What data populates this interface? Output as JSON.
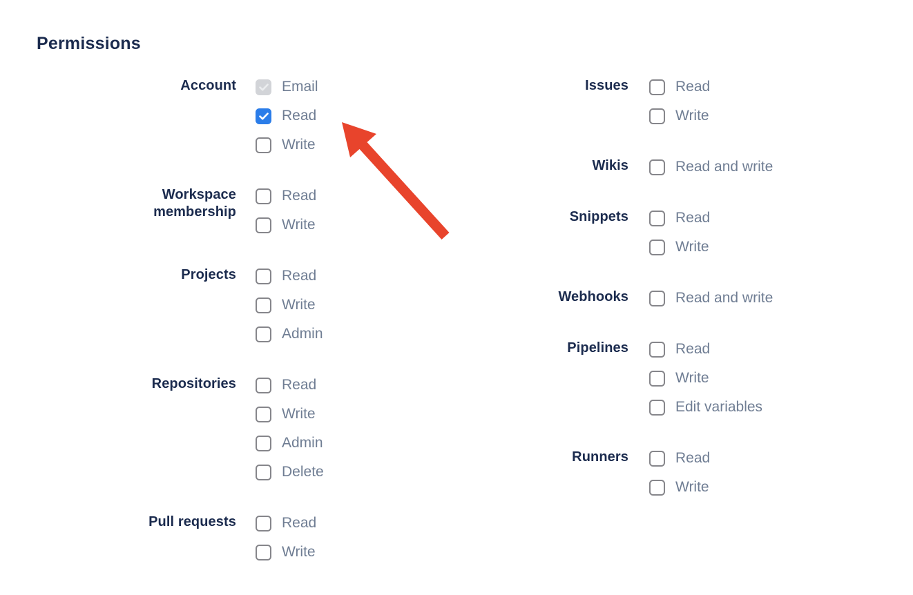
{
  "heading": "Permissions",
  "colors": {
    "heading_text": "#1b2b4e",
    "group_label_text": "#1b2b4e",
    "option_label_text": "#6f7d93",
    "checkbox_border": "#86868b",
    "checkbox_checked_bg": "#2b7de9",
    "checkbox_disabled_bg": "#d2d4d8",
    "arrow": "#e8442c"
  },
  "columns": [
    {
      "groups": [
        {
          "label": "Account",
          "options": [
            {
              "label": "Email",
              "checked": true,
              "disabled": true
            },
            {
              "label": "Read",
              "checked": true,
              "disabled": false
            },
            {
              "label": "Write",
              "checked": false,
              "disabled": false
            }
          ]
        },
        {
          "label": "Workspace membership",
          "options": [
            {
              "label": "Read",
              "checked": false,
              "disabled": false
            },
            {
              "label": "Write",
              "checked": false,
              "disabled": false
            }
          ]
        },
        {
          "label": "Projects",
          "options": [
            {
              "label": "Read",
              "checked": false,
              "disabled": false
            },
            {
              "label": "Write",
              "checked": false,
              "disabled": false
            },
            {
              "label": "Admin",
              "checked": false,
              "disabled": false
            }
          ]
        },
        {
          "label": "Repositories",
          "options": [
            {
              "label": "Read",
              "checked": false,
              "disabled": false
            },
            {
              "label": "Write",
              "checked": false,
              "disabled": false
            },
            {
              "label": "Admin",
              "checked": false,
              "disabled": false
            },
            {
              "label": "Delete",
              "checked": false,
              "disabled": false
            }
          ]
        },
        {
          "label": "Pull requests",
          "options": [
            {
              "label": "Read",
              "checked": false,
              "disabled": false
            },
            {
              "label": "Write",
              "checked": false,
              "disabled": false
            }
          ]
        }
      ]
    },
    {
      "groups": [
        {
          "label": "Issues",
          "options": [
            {
              "label": "Read",
              "checked": false,
              "disabled": false
            },
            {
              "label": "Write",
              "checked": false,
              "disabled": false
            }
          ]
        },
        {
          "label": "Wikis",
          "options": [
            {
              "label": "Read and write",
              "checked": false,
              "disabled": false
            }
          ]
        },
        {
          "label": "Snippets",
          "options": [
            {
              "label": "Read",
              "checked": false,
              "disabled": false
            },
            {
              "label": "Write",
              "checked": false,
              "disabled": false
            }
          ]
        },
        {
          "label": "Webhooks",
          "options": [
            {
              "label": "Read and write",
              "checked": false,
              "disabled": false
            }
          ]
        },
        {
          "label": "Pipelines",
          "options": [
            {
              "label": "Read",
              "checked": false,
              "disabled": false
            },
            {
              "label": "Write",
              "checked": false,
              "disabled": false
            },
            {
              "label": "Edit variables",
              "checked": false,
              "disabled": false
            }
          ]
        },
        {
          "label": "Runners",
          "options": [
            {
              "label": "Read",
              "checked": false,
              "disabled": false
            },
            {
              "label": "Write",
              "checked": false,
              "disabled": false
            }
          ]
        }
      ]
    }
  ]
}
